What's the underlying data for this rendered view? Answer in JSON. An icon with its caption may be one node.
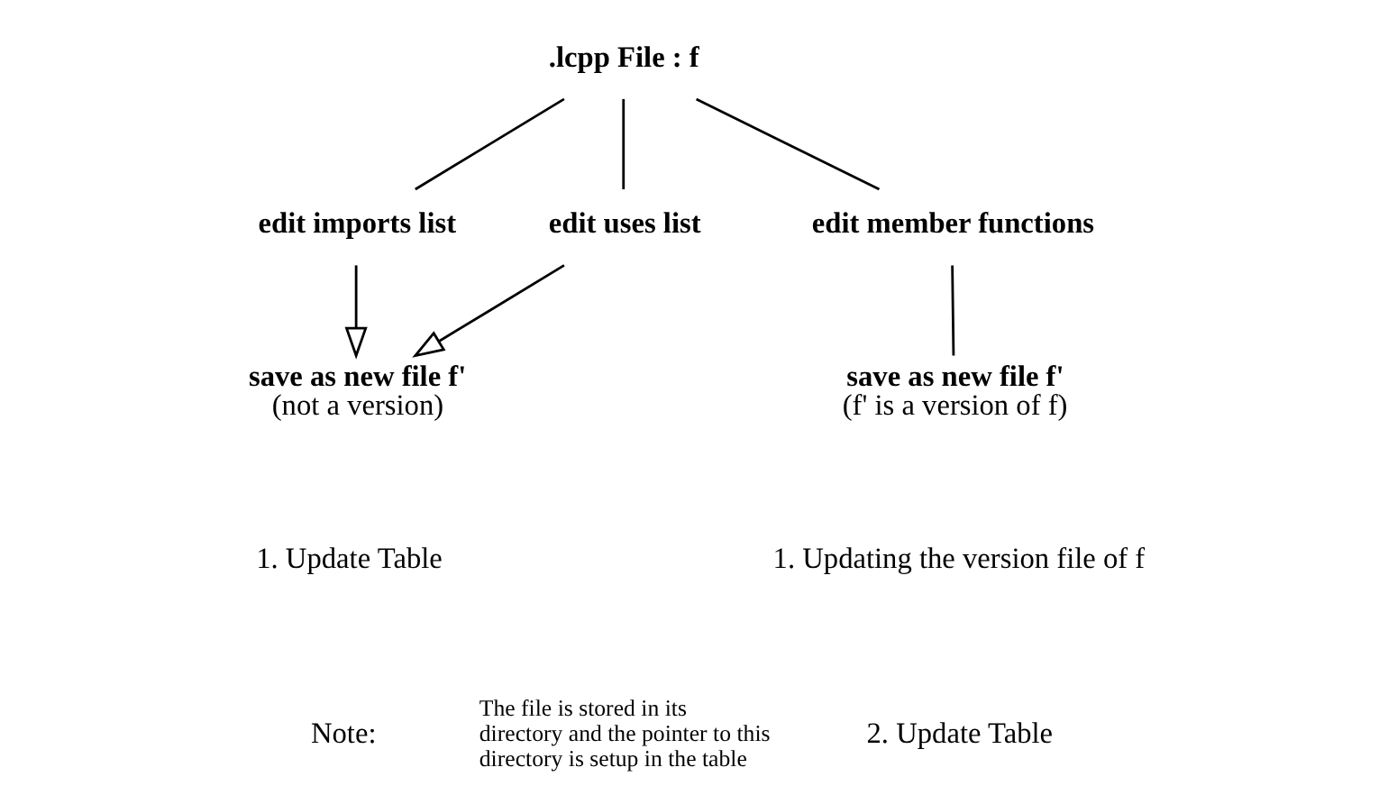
{
  "diagram": {
    "nodes": [
      {
        "text": [
          ".lcpp File : f"
        ]
      },
      {
        "text": [
          "edit imports list"
        ]
      },
      {
        "text": [
          "edit uses list"
        ]
      },
      {
        "text": [
          "edit member functions"
        ]
      },
      {
        "text": [
          "save as new file f'",
          "(not a version)"
        ]
      },
      {
        "text": [
          "save as new file f'",
          "(f' is a version of f)"
        ]
      }
    ],
    "edges": [
      {
        "from": 0,
        "to": 1,
        "arrow": "none"
      },
      {
        "from": 0,
        "to": 2,
        "arrow": "none"
      },
      {
        "from": 0,
        "to": 3,
        "arrow": "none"
      },
      {
        "from": 1,
        "to": 4,
        "arrow": "to"
      },
      {
        "from": 2,
        "to": 4,
        "arrow": "to"
      },
      {
        "from": 3,
        "to": 5,
        "arrow": "none"
      }
    ],
    "labels": [
      "1. Update Table",
      "1. Updating the version file of f",
      "2. Update Table",
      "Note:",
      "The file is stored in its directory and the pointer to this directory is setup in the table"
    ]
  }
}
